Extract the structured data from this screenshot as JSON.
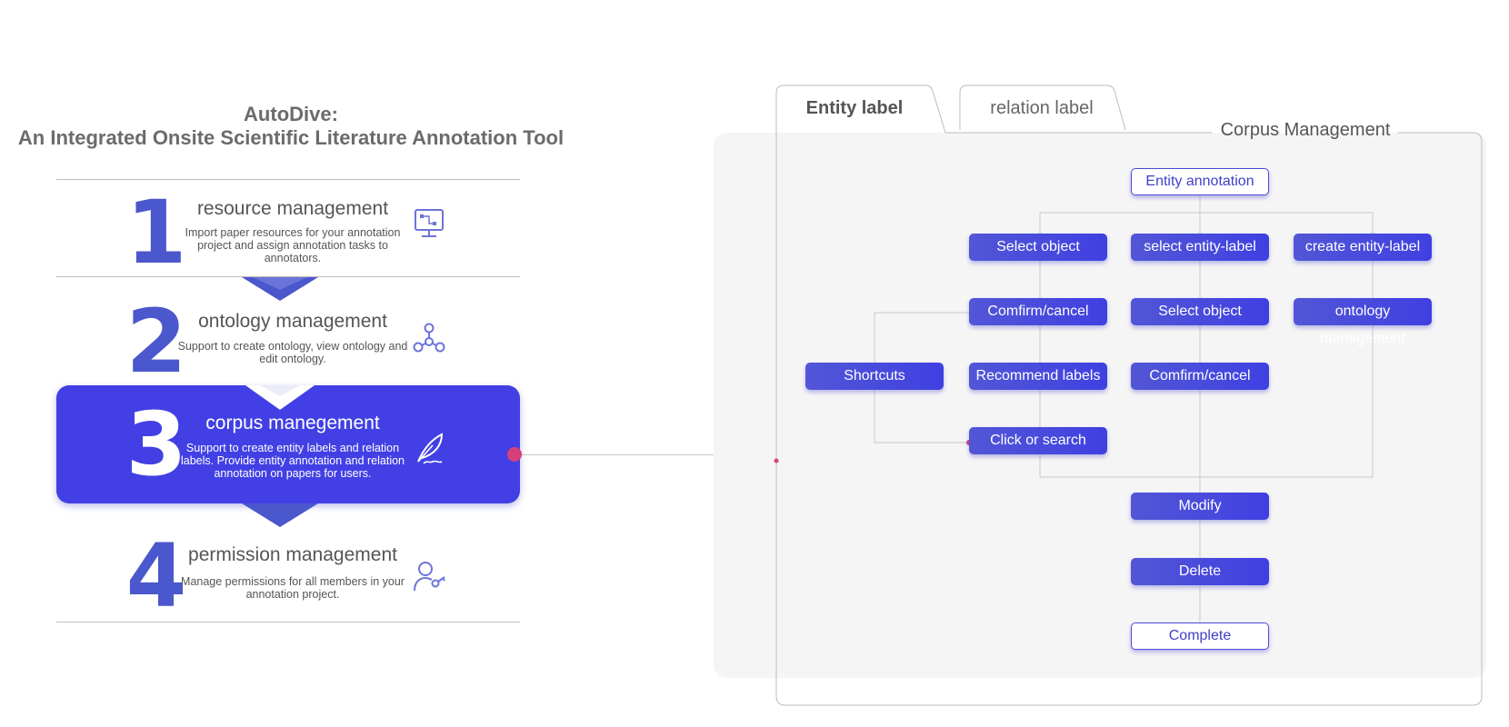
{
  "title": {
    "line1": "AutoDive:",
    "line2": "An Integrated Onsite Scientific Literature Annotation Tool"
  },
  "steps": [
    {
      "number": "1",
      "title": "resource management",
      "desc": "Import paper resources for your annotation project and assign annotation tasks to annotators.",
      "icon": "monitor-icon",
      "active": false
    },
    {
      "number": "2",
      "title": "ontology management",
      "desc": "Support to create ontology, view ontology and edit ontology.",
      "icon": "network-icon",
      "active": false
    },
    {
      "number": "3",
      "title": "corpus manegement",
      "desc": "Support to create entity labels and relation labels. Provide entity annotation and relation annotation on papers for users.",
      "icon": "feather-icon",
      "active": true
    },
    {
      "number": "4",
      "title": "permission management",
      "desc": "Manage permissions for all members in your annotation project.",
      "icon": "user-key-icon",
      "active": false
    }
  ],
  "tabs": {
    "entity": "Entity label",
    "relation": "relation label"
  },
  "panel_title": "Corpus Management",
  "nodes": {
    "entity_annotation": "Entity annotation",
    "select_object_1": "Select object",
    "select_entity_label": "select entity-label",
    "create_entity_label": "create entity-label",
    "confirm_cancel_1": "Comfirm/cancel",
    "select_object_2": "Select object",
    "ontology_management": "ontology management",
    "shortcuts": "Shortcuts",
    "recommend_labels": "Recommend labels",
    "confirm_cancel_2": "Comfirm/cancel",
    "click_or_search": "Click or search",
    "modify": "Modify",
    "delete": "Delete",
    "complete": "Complete"
  },
  "colors": {
    "accent": "#4240e4",
    "number": "#4b57cc",
    "connector_dot": "#d6407a"
  }
}
